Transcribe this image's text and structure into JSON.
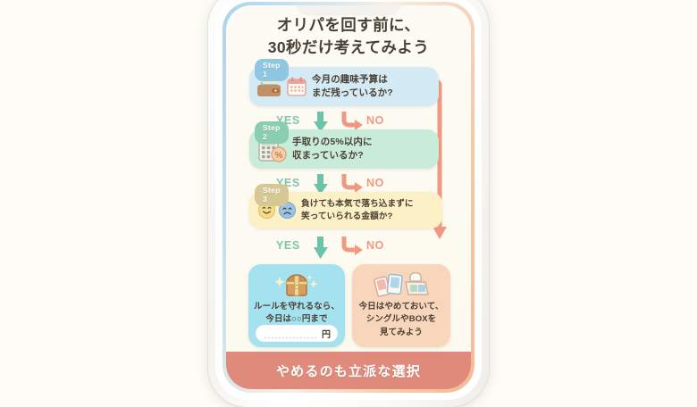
{
  "page": {
    "background_color": "#fdfcf7",
    "device": "smartphone-mockup"
  },
  "screen": {
    "background_color": "#fdfaf2",
    "rim_gradient_from": "#a9d4ea",
    "rim_gradient_to": "#f3bb93"
  },
  "title": {
    "line1": "オリパを回す前に、",
    "line2": "30秒だけ考えてみよう"
  },
  "flow": {
    "yes_label": "YES",
    "no_label": "NO",
    "yes_color": "#7fc5ad",
    "no_color": "#ef9a80",
    "steps": [
      {
        "badge": "Step 1",
        "badge_color": "#8fc6e0",
        "bubble_color": "#d4eaf5",
        "question_line1": "今月の趣味予算は",
        "question_line2": "まだ残っているか?",
        "icons": [
          "wallet-icon",
          "calendar-icon"
        ]
      },
      {
        "badge": "Step 2",
        "badge_color": "#89ceb0",
        "bubble_color": "#c9ecda",
        "question_line1": "手取りの5%以内に",
        "question_line2": "収まっているか?",
        "icons": [
          "calculator-icon",
          "percent-icon"
        ]
      },
      {
        "badge": "Step 3",
        "badge_color": "#d7c795",
        "bubble_color": "#fbf0c6",
        "question_line1": "負けても本気で落ち込まずに",
        "question_line2": "笑っていられる金額か?",
        "icons": [
          "smiling-face-icon",
          "sad-face-icon"
        ]
      }
    ]
  },
  "results": {
    "yes_result": {
      "background_color": "#a5e2ef",
      "icons": [
        "treasure-chest-icon",
        "sparkle-icon"
      ],
      "line1": "ルールを守れるなら、",
      "line2": "今日は○○円まで",
      "input_placeholder": "",
      "input_value": "",
      "input_suffix": "円"
    },
    "no_result": {
      "background_color": "#f8d6bb",
      "icons": [
        "trading-cards-icon",
        "card-box-icon"
      ],
      "line1": "今日はやめておいて、",
      "line2": "シングルやBOXを",
      "line3": "見てみよう"
    }
  },
  "banner": {
    "text": "やめるのも立派な選択",
    "background_color": "#e08a7b",
    "text_color": "#ffffff"
  }
}
